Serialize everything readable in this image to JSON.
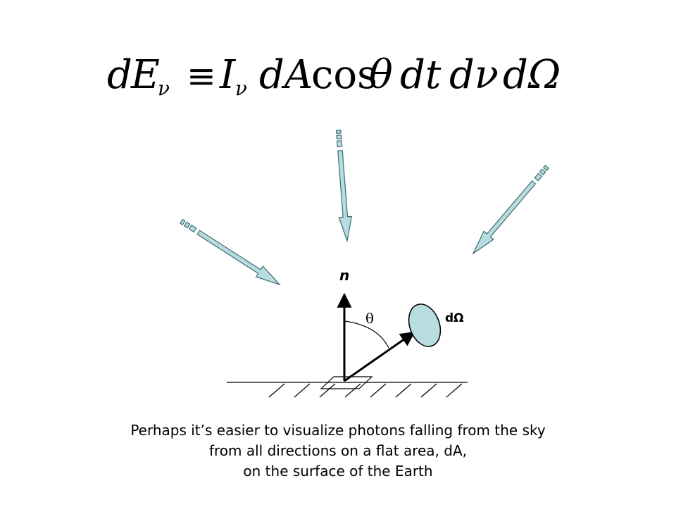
{
  "equation": {
    "lhs_d": "d",
    "lhs_E": "E",
    "lhs_sub": "ν",
    "equiv": "≡",
    "I": "I",
    "I_sub": "ν",
    "dA": "dA",
    "cos": "cos",
    "theta": "θ",
    "dt": "dt",
    "d_nu": "dν",
    "d_Omega": "dΩ"
  },
  "diagram": {
    "normal_label": "n",
    "angle_label": "θ",
    "solid_angle_label": "dΩ",
    "ray_fill_color": "#b7dde0",
    "ray_stroke_color": "#3b6b6e",
    "solid_angle_fill_color": "#b7dde0"
  },
  "caption": {
    "line1": "Perhaps it’s easier to visualize photons falling from the sky",
    "line2": "from all directions on a flat area, dA,",
    "line3": "on the surface of the Earth"
  }
}
